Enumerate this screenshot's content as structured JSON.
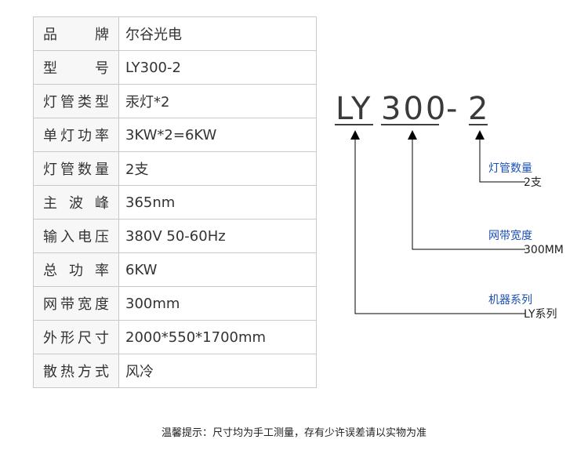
{
  "specs": {
    "rows": [
      {
        "label": "品牌",
        "value": "尔谷光电"
      },
      {
        "label": "型号",
        "value": "LY300-2"
      },
      {
        "label": "灯管类型",
        "value": "汞灯*2"
      },
      {
        "label": "单灯功率",
        "value": "3KW*2=6KW"
      },
      {
        "label": "灯管数量",
        "value": "2支"
      },
      {
        "label": "主波峰",
        "value": "365nm"
      },
      {
        "label": "输入电压",
        "value": "380V 50-60Hz"
      },
      {
        "label": "总功率",
        "value": "6KW"
      },
      {
        "label": "网带宽度",
        "value": "300mm"
      },
      {
        "label": "外形尺寸",
        "value": "2000*550*1700mm"
      },
      {
        "label": "散热方式",
        "value": "风冷"
      }
    ]
  },
  "model_diagram": {
    "code": {
      "series": "LY",
      "width": "300",
      "separator": "-",
      "count": "2"
    },
    "legend": [
      {
        "title": "灯管数量",
        "value": "2支"
      },
      {
        "title": "网带宽度",
        "value": "300MM"
      },
      {
        "title": "机器系列",
        "value": "LY系列"
      }
    ],
    "colors": {
      "code_text": "#3a3a3a",
      "legend_title": "#1a4fb4",
      "lines": "#000000"
    }
  },
  "notice": "温馨提示：尺寸均为手工测量，存有少许误差请以实物为准"
}
